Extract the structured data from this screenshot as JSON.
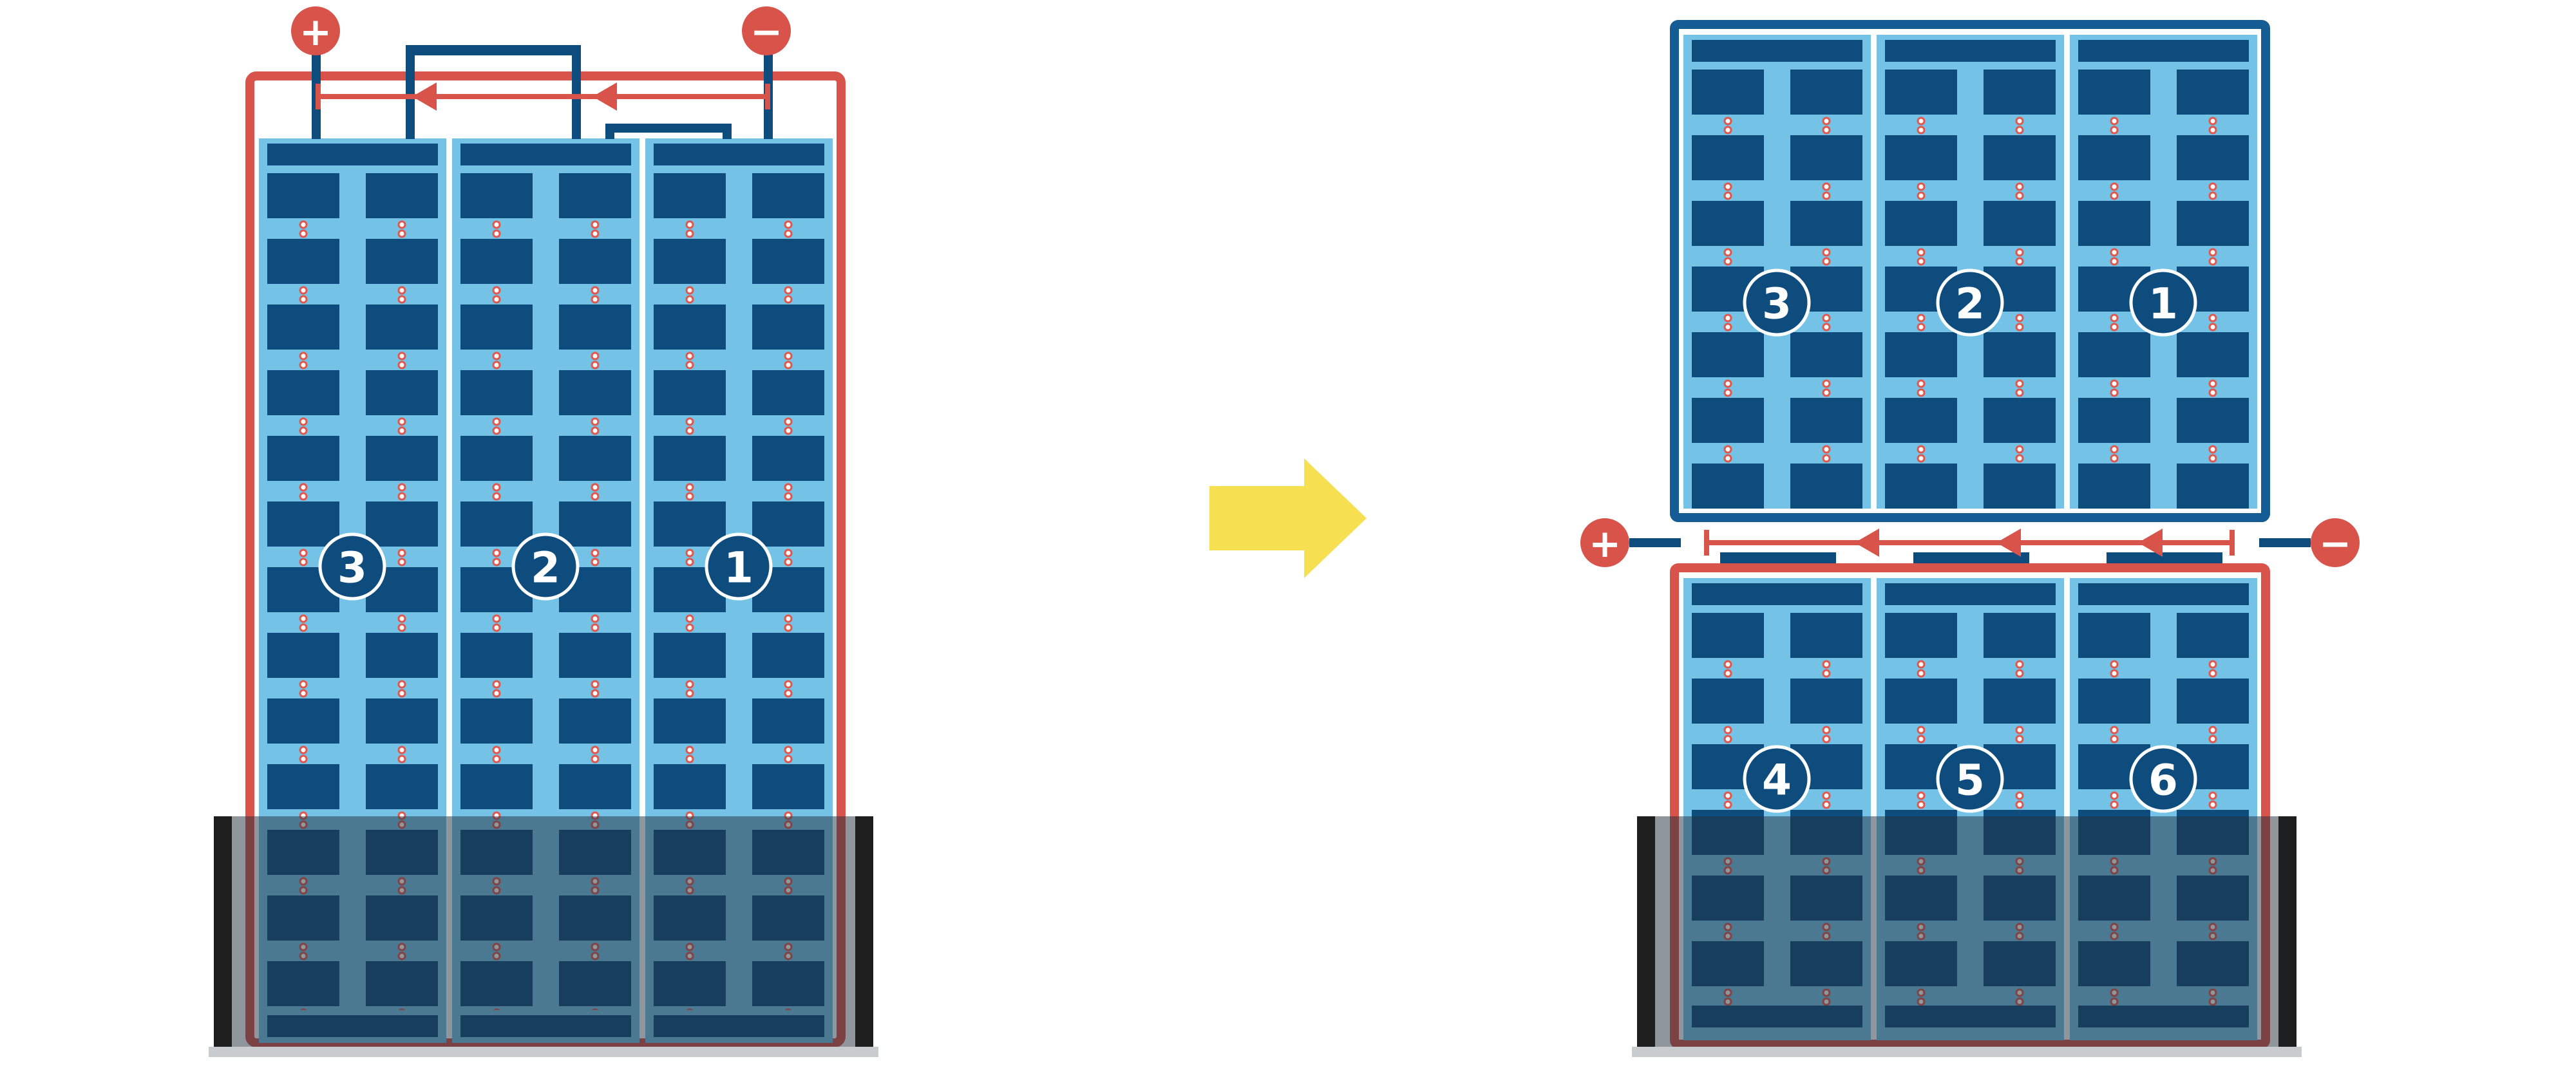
{
  "diagram": {
    "left_panel": {
      "string_labels": [
        "3",
        "2",
        "1"
      ],
      "positive_terminal": "+",
      "negative_terminal": "−"
    },
    "arrow": {
      "direction": "right"
    },
    "right_panel": {
      "top_string_labels": [
        "3",
        "2",
        "1"
      ],
      "bottom_string_labels": [
        "4",
        "5",
        "6"
      ],
      "positive_terminal": "+",
      "negative_terminal": "−"
    },
    "colors": {
      "cell_navy": "#0F4C7E",
      "panel_light_blue": "#74C3E6",
      "frame_red": "#D8544B",
      "frame_blue": "#155B94",
      "arrow_yellow": "#F6E052",
      "shade_overlay_black": "#1E1E1E",
      "ground_gray": "#C8CCCF",
      "solder_dot_ring": "#E2574C"
    }
  }
}
